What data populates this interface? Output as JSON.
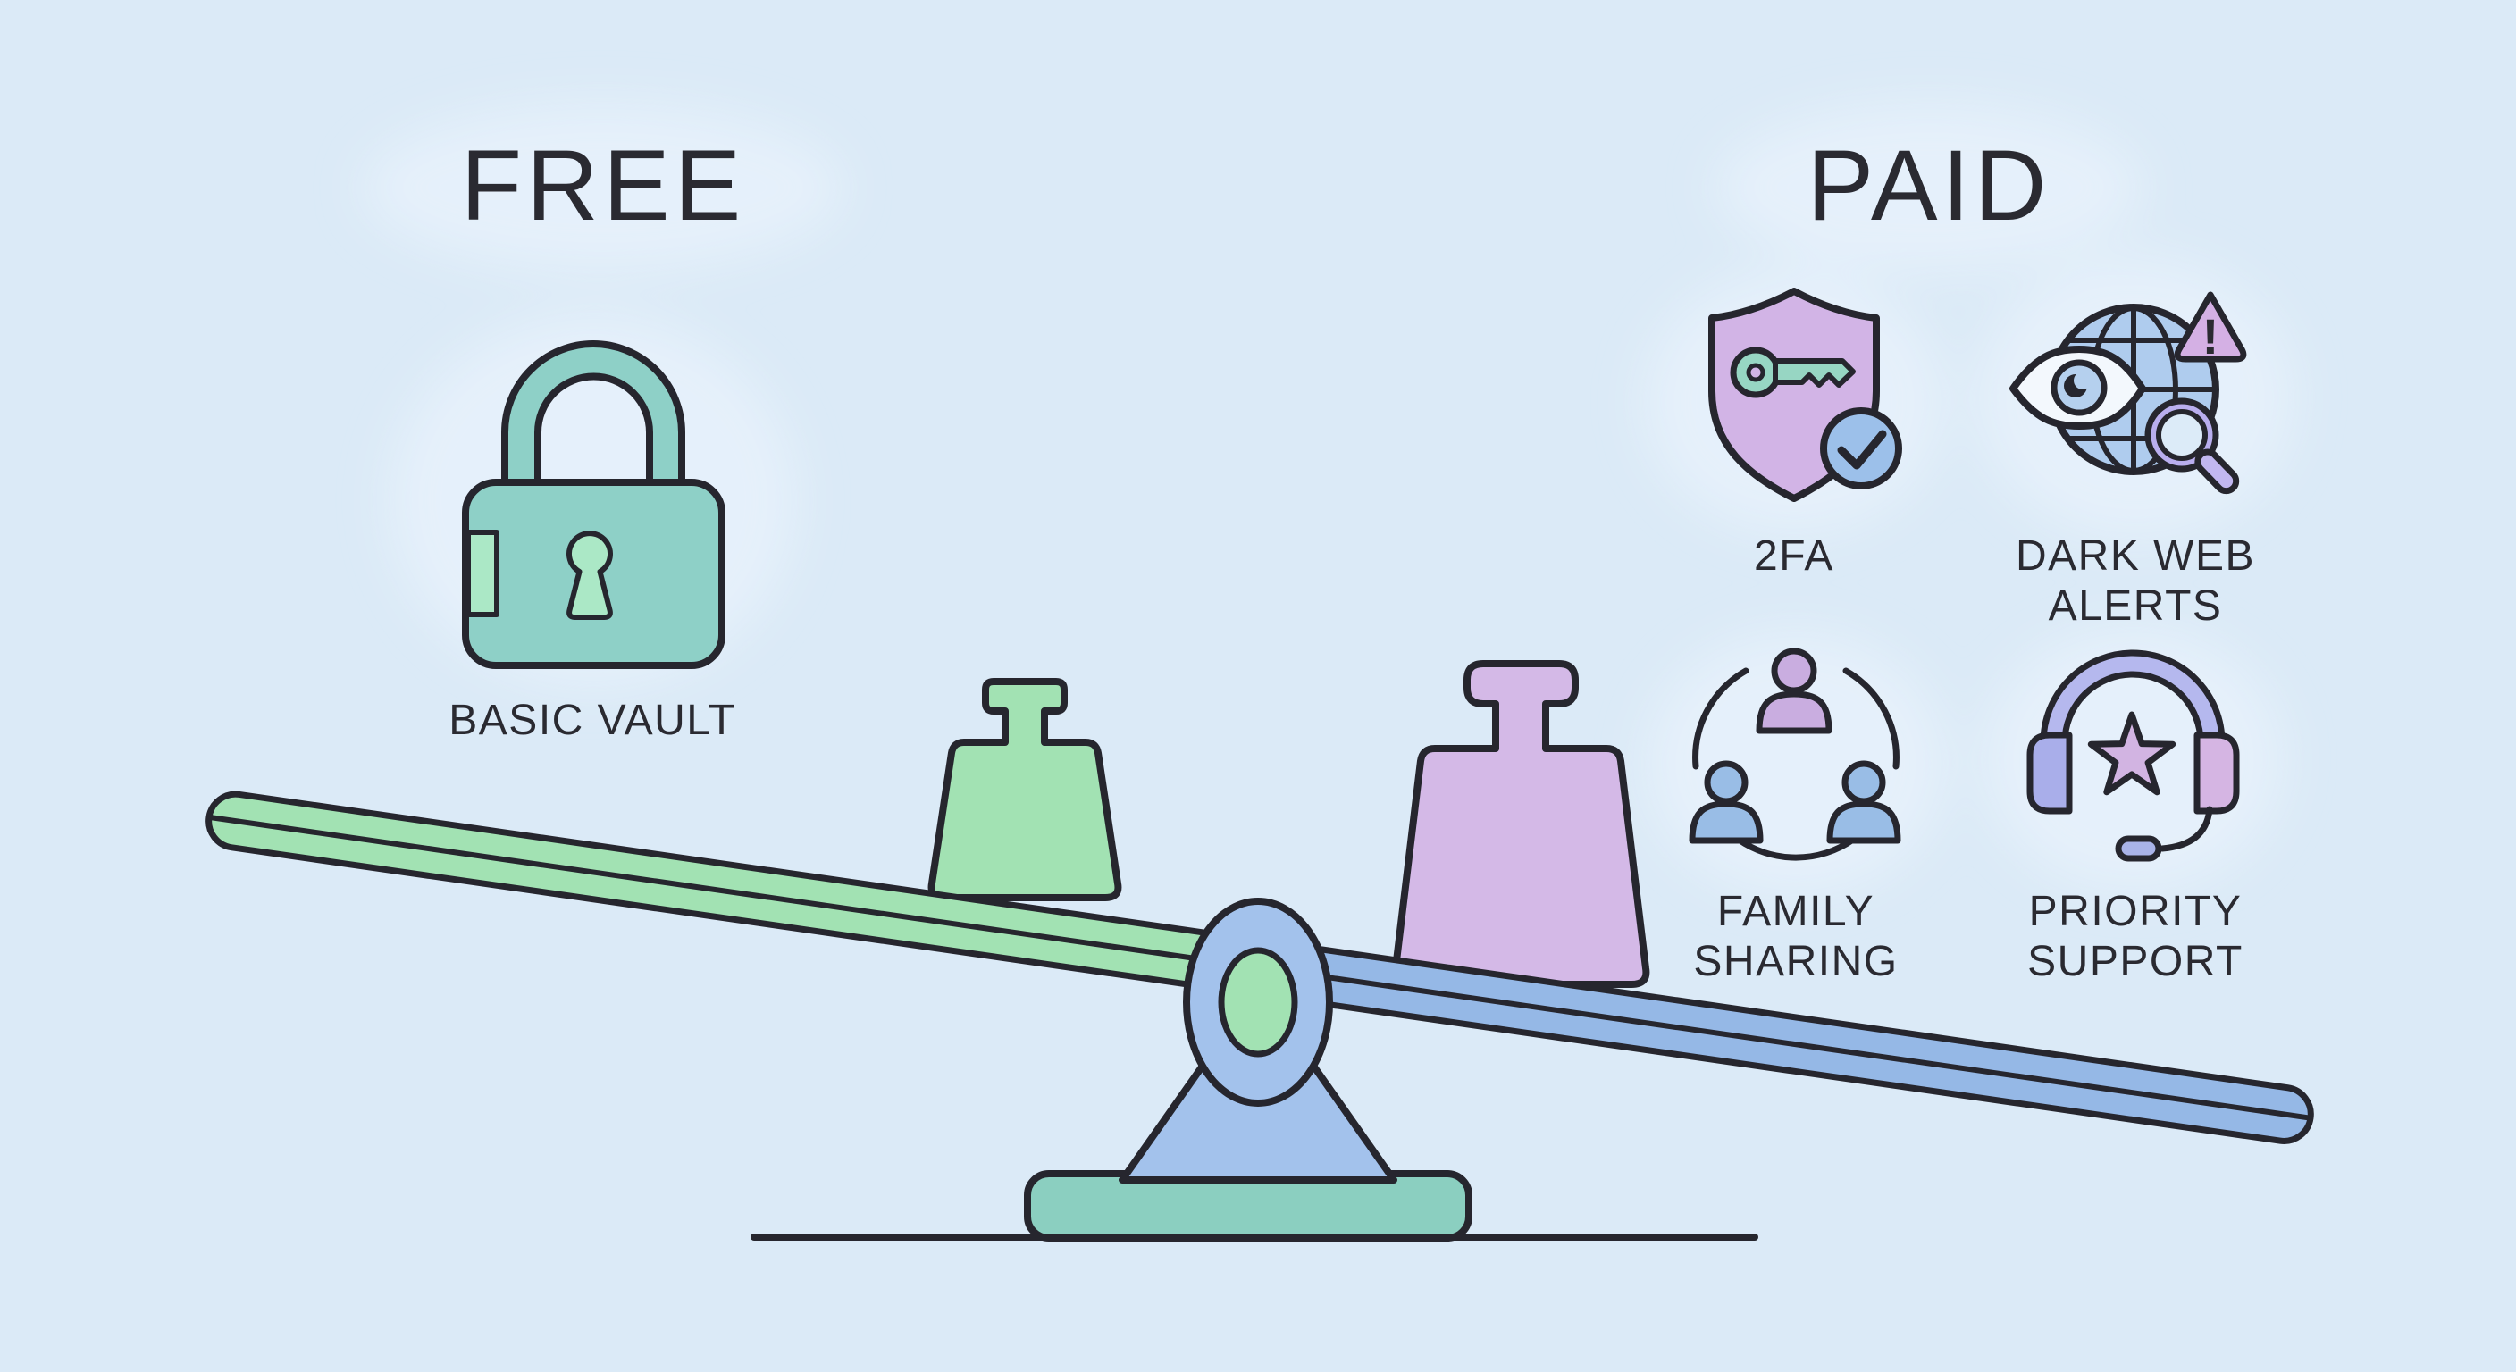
{
  "header": {
    "free_title": "FREE",
    "paid_title": "PAID"
  },
  "free_column": {
    "features": [
      {
        "id": "basic-vault",
        "icon": "padlock-icon",
        "label": "BASIC VAULT"
      }
    ]
  },
  "paid_column": {
    "features": [
      {
        "id": "2fa",
        "icon": "shield-key-check-icon",
        "label_lines": [
          "2FA"
        ]
      },
      {
        "id": "dark-web-alerts",
        "icon": "globe-eye-alert-magnifier-icon",
        "label_lines": [
          "DARK WEB",
          "ALERTS"
        ],
        "alert_glyph": "!"
      },
      {
        "id": "family-sharing",
        "icon": "three-people-circle-icon",
        "label_lines": [
          "FAMILY",
          "SHARING"
        ]
      },
      {
        "id": "priority-support",
        "icon": "headset-star-icon",
        "label_lines": [
          "PRIORITY",
          "SUPPORT"
        ]
      }
    ]
  },
  "seesaw": {
    "left_side": "free",
    "right_side": "paid",
    "tilt": "right-side-down",
    "tilt_angle_deg": 8.15,
    "left_weight": "small-green",
    "right_weight": "large-purple"
  },
  "colors": {
    "background": "#dbeaf7",
    "outline": "#26262e",
    "text": "#2a2a31",
    "teal": "#8ed0c7",
    "teal_dark": "#8bcfc0",
    "light_green": "#abe8c6",
    "green": "#a2e2b3",
    "blue": "#95b8e6",
    "blue_light": "#a3c2ec",
    "globe_blue": "#afccee",
    "purple": "#d4b9e7",
    "shield_purple": "#d2b4e6",
    "key_teal": "#97d6c3",
    "check_blue": "#9cc0ea",
    "iris_blue": "#b5d0ee",
    "eye_white": "#f3f8fd",
    "warn_purple": "#d4b0e4",
    "magnifier_purple": "#b9aeee",
    "magnifier_handle": "#c1b7f0",
    "lens_blue": "#dcebf8",
    "person_purple": "#c9ade0",
    "person_blue": "#99bde6",
    "headband": "#b5b8ee",
    "cup_left": "#a9aeea",
    "cup_right": "#d5b5e3",
    "star_purple": "#d2b4e2",
    "mic_blue": "#a9b3e8"
  }
}
